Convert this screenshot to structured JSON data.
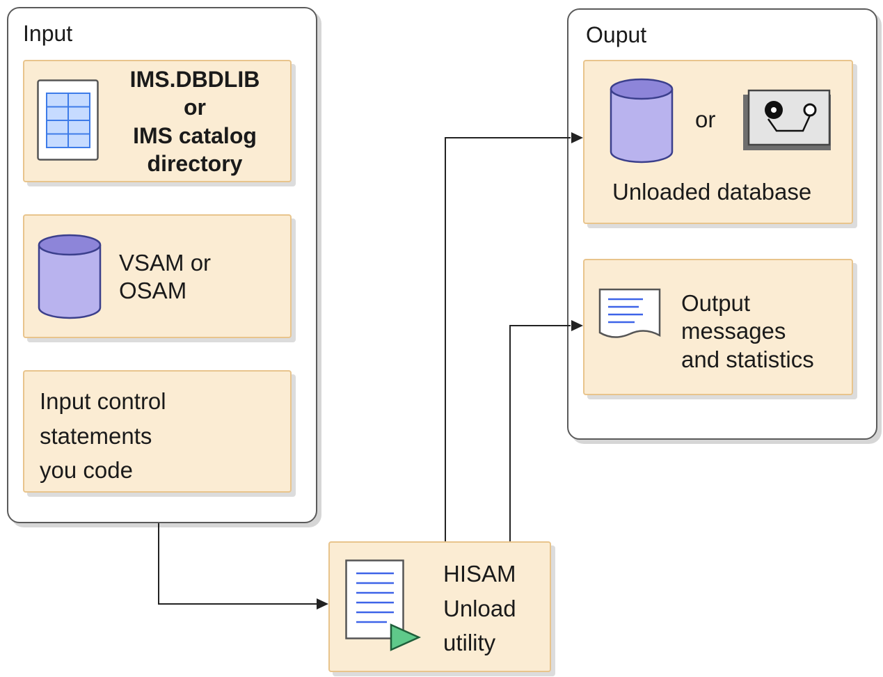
{
  "input_group": {
    "title": "Input",
    "dbdlib": {
      "line1": "IMS.DBDLIB",
      "line2": "or",
      "line3": "IMS catalog",
      "line4": "directory"
    },
    "dataset": {
      "line1": "VSAM or",
      "line2": "OSAM"
    },
    "control": {
      "line1": "Input control",
      "line2": "statements",
      "line3": "you code"
    }
  },
  "utility": {
    "line1": "HISAM",
    "line2": "Unload",
    "line3": "utility"
  },
  "output_group": {
    "title": "Ouput",
    "database": {
      "or_text": "or",
      "caption": "Unloaded database"
    },
    "messages": {
      "line1": "Output",
      "line2": "messages",
      "line3": "and statistics"
    }
  },
  "colors": {
    "card_fill": "#fbecd3",
    "card_border": "#e8c48c",
    "cylinder": "#b9b3ee",
    "play": "#5fc98a",
    "line_blue": "#3d63e8"
  }
}
